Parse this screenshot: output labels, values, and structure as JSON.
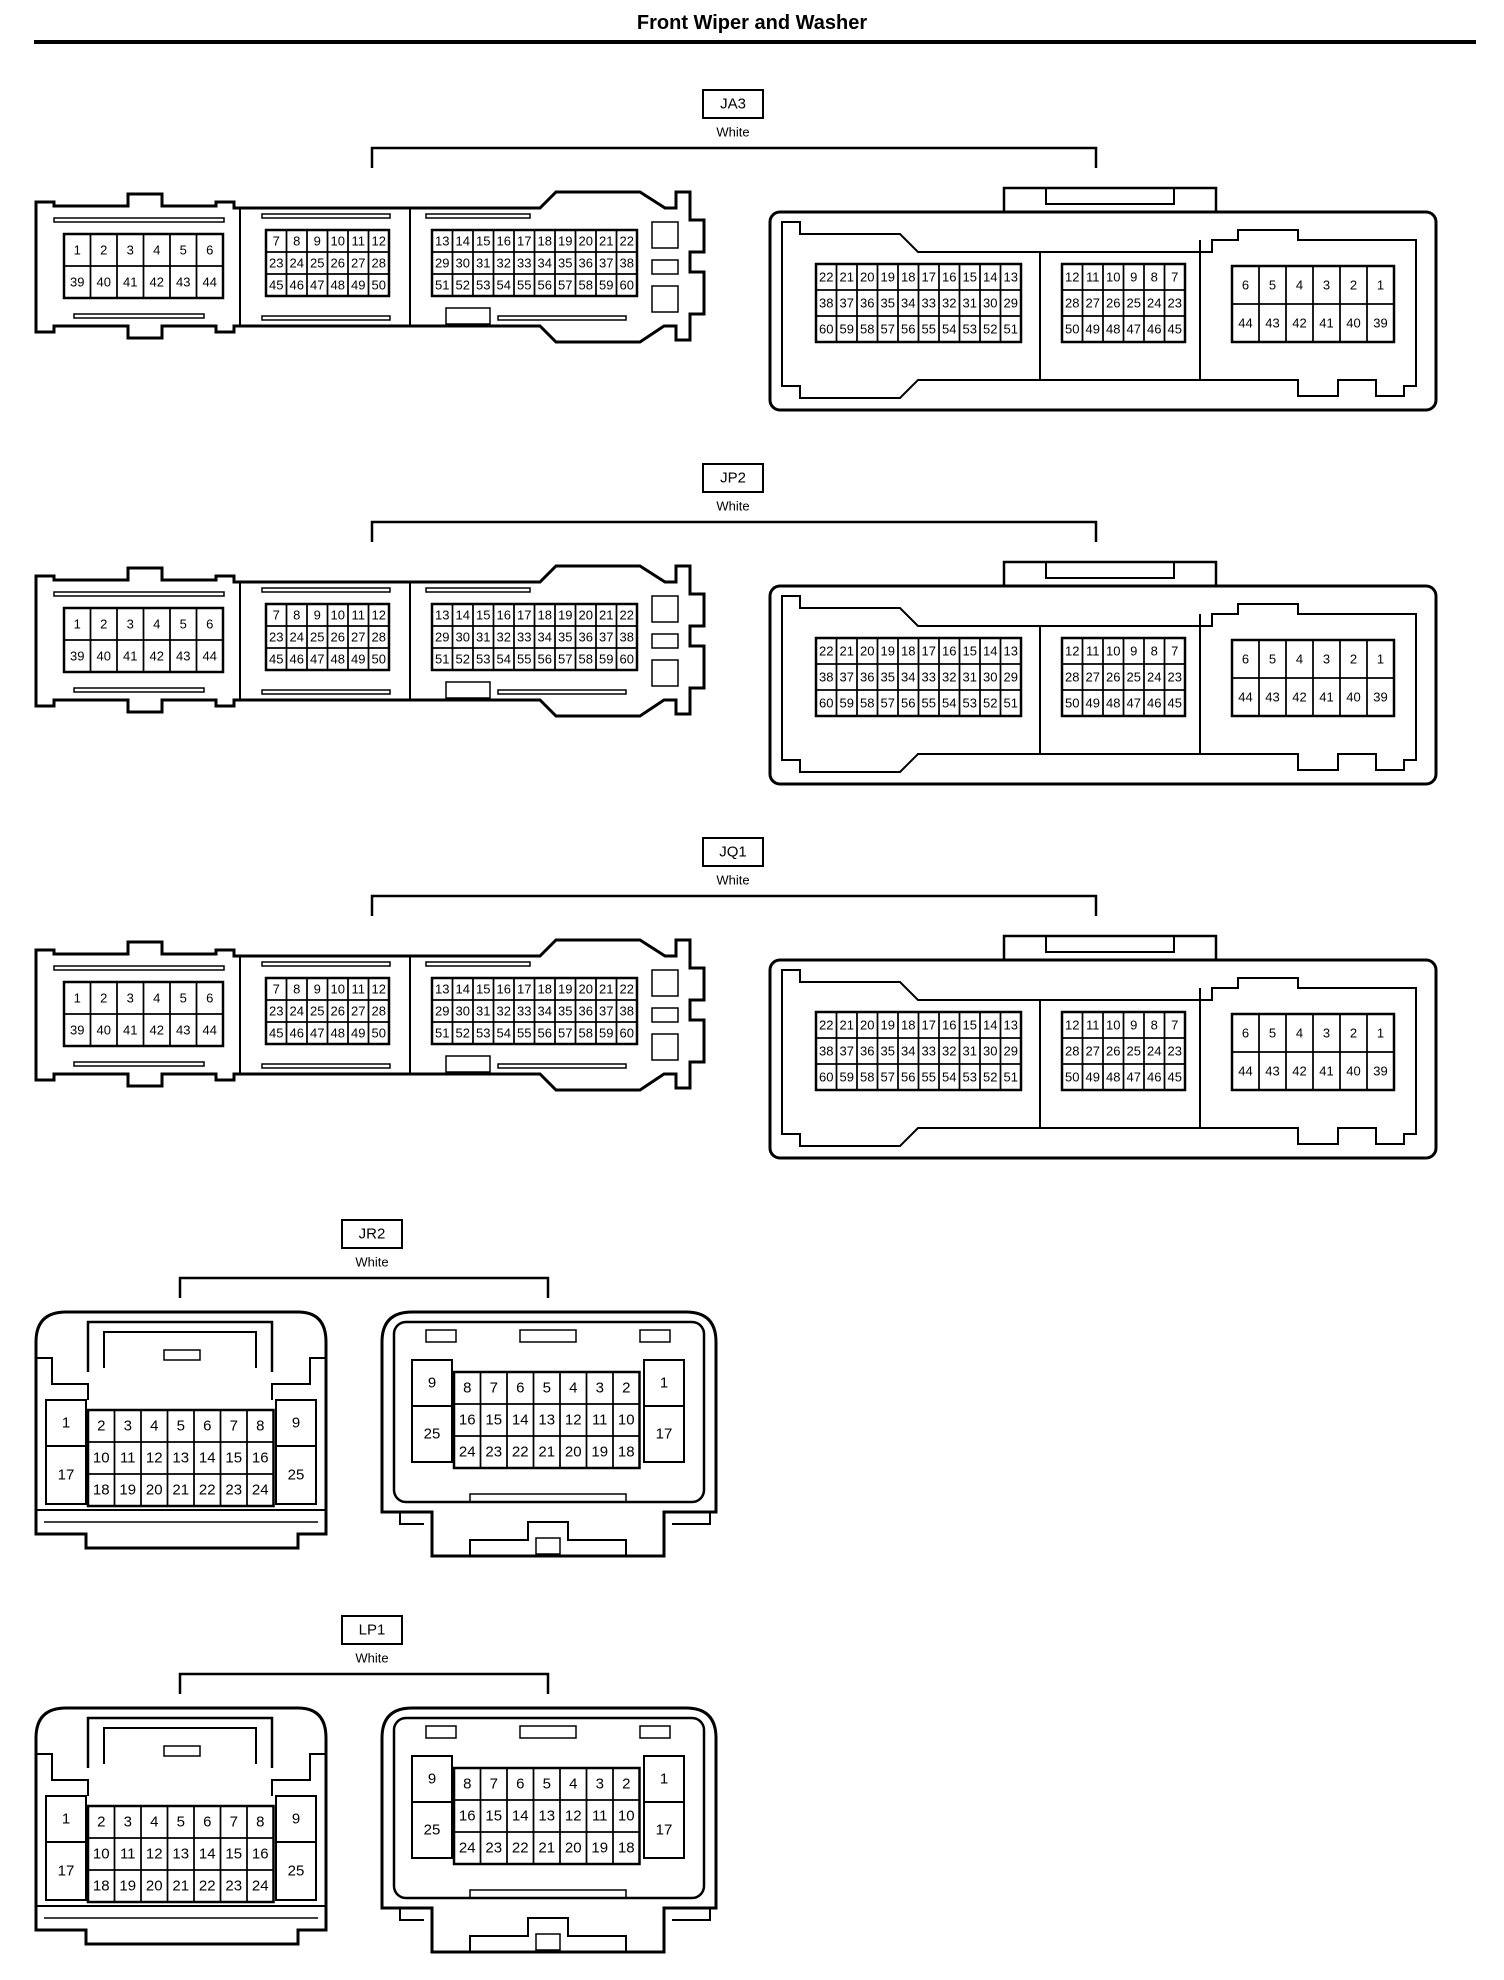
{
  "page": {
    "title": "Front Wiper and Washer"
  },
  "connectors": [
    {
      "id": "JA3",
      "color": "White",
      "kind": "large"
    },
    {
      "id": "JP2",
      "color": "White",
      "kind": "large"
    },
    {
      "id": "JQ1",
      "color": "White",
      "kind": "large"
    },
    {
      "id": "JR2",
      "color": "White",
      "kind": "small"
    },
    {
      "id": "LP1",
      "color": "White",
      "kind": "small"
    }
  ],
  "large_pins": {
    "left_a": [
      [
        "1",
        "2",
        "3",
        "4",
        "5",
        "6"
      ],
      [
        "39",
        "40",
        "41",
        "42",
        "43",
        "44"
      ]
    ],
    "left_b": [
      [
        "7",
        "8",
        "9",
        "10",
        "11",
        "12"
      ],
      [
        "23",
        "24",
        "25",
        "26",
        "27",
        "28"
      ],
      [
        "45",
        "46",
        "47",
        "48",
        "49",
        "50"
      ]
    ],
    "left_c": [
      [
        "13",
        "14",
        "15",
        "16",
        "17",
        "18",
        "19",
        "20",
        "21",
        "22"
      ],
      [
        "29",
        "30",
        "31",
        "32",
        "33",
        "34",
        "35",
        "36",
        "37",
        "38"
      ],
      [
        "51",
        "52",
        "53",
        "54",
        "55",
        "56",
        "57",
        "58",
        "59",
        "60"
      ]
    ],
    "right_a": [
      [
        "22",
        "21",
        "20",
        "19",
        "18",
        "17",
        "16",
        "15",
        "14",
        "13"
      ],
      [
        "38",
        "37",
        "36",
        "35",
        "34",
        "33",
        "32",
        "31",
        "30",
        "29"
      ],
      [
        "60",
        "59",
        "58",
        "57",
        "56",
        "55",
        "54",
        "53",
        "52",
        "51"
      ]
    ],
    "right_b": [
      [
        "12",
        "11",
        "10",
        "9",
        "8",
        "7"
      ],
      [
        "28",
        "27",
        "26",
        "25",
        "24",
        "23"
      ],
      [
        "50",
        "49",
        "48",
        "47",
        "46",
        "45"
      ]
    ],
    "right_c": [
      [
        "6",
        "5",
        "4",
        "3",
        "2",
        "1"
      ],
      [
        "44",
        "43",
        "42",
        "41",
        "40",
        "39"
      ]
    ]
  },
  "small_pins": {
    "left_center": [
      [
        "2",
        "3",
        "4",
        "5",
        "6",
        "7",
        "8"
      ],
      [
        "10",
        "11",
        "12",
        "13",
        "14",
        "15",
        "16"
      ],
      [
        "18",
        "19",
        "20",
        "21",
        "22",
        "23",
        "24"
      ]
    ],
    "left_sides": {
      "left_top": "1",
      "left_bottom": "17",
      "right_top": "9",
      "right_bottom": "25"
    },
    "right_center": [
      [
        "8",
        "7",
        "6",
        "5",
        "4",
        "3",
        "2"
      ],
      [
        "16",
        "15",
        "14",
        "13",
        "12",
        "11",
        "10"
      ],
      [
        "24",
        "23",
        "22",
        "21",
        "20",
        "19",
        "18"
      ]
    ],
    "right_sides": {
      "left_top": "9",
      "left_bottom": "25",
      "right_top": "1",
      "right_bottom": "17"
    }
  }
}
